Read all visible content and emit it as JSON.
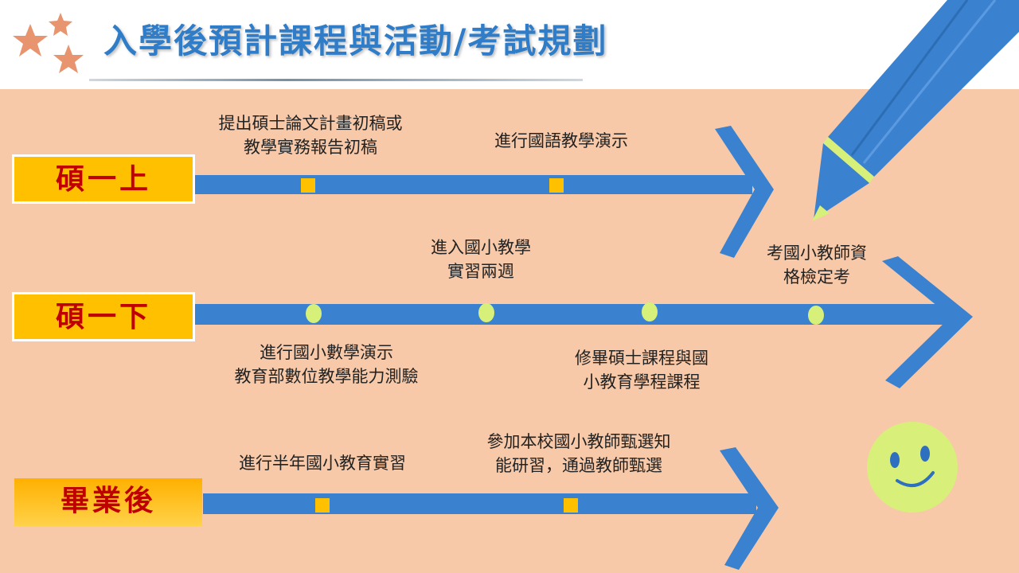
{
  "title": "入學後預計課程與活動/考試規劃",
  "colors": {
    "title": "#2f7dc8",
    "background": "#f7c9a9",
    "arrow": "#3a82d0",
    "label_box": "#ffc000",
    "label_text": "#c00000",
    "square_marker": "#ffc000",
    "dot_marker": "#d6f07a",
    "star": "#e8946f",
    "smiley_face": "#d8f07a",
    "smiley_features": "#2f6fc0"
  },
  "timelines": [
    {
      "label": "碩一上",
      "marker": "square",
      "events_above": [
        {
          "line1": "提出碩士論文計畫初稿或",
          "line2": "教學實務報告初稿"
        },
        {
          "line1": "進行國語教學演示",
          "line2": ""
        }
      ]
    },
    {
      "label": "碩一下",
      "marker": "dot",
      "events_above": [
        {
          "line1": "進入國小教學",
          "line2": "實習兩週"
        },
        {
          "line1": "考國小教師資",
          "line2": "格檢定考"
        }
      ],
      "events_below": [
        {
          "line1": "進行國小數學演示",
          "line2": "教育部數位教學能力測驗"
        },
        {
          "line1": "修畢碩士課程與國",
          "line2": "小教育學程課程"
        }
      ]
    },
    {
      "label": "畢業後",
      "marker": "square",
      "events_above": [
        {
          "line1": "進行半年國小教育實習",
          "line2": ""
        },
        {
          "line1": "參加本校國小教師甄選知",
          "line2": "能研習，通過教師甄選"
        }
      ]
    }
  ],
  "decorations": [
    "star-icon",
    "pencil-icon",
    "smiley-icon"
  ]
}
